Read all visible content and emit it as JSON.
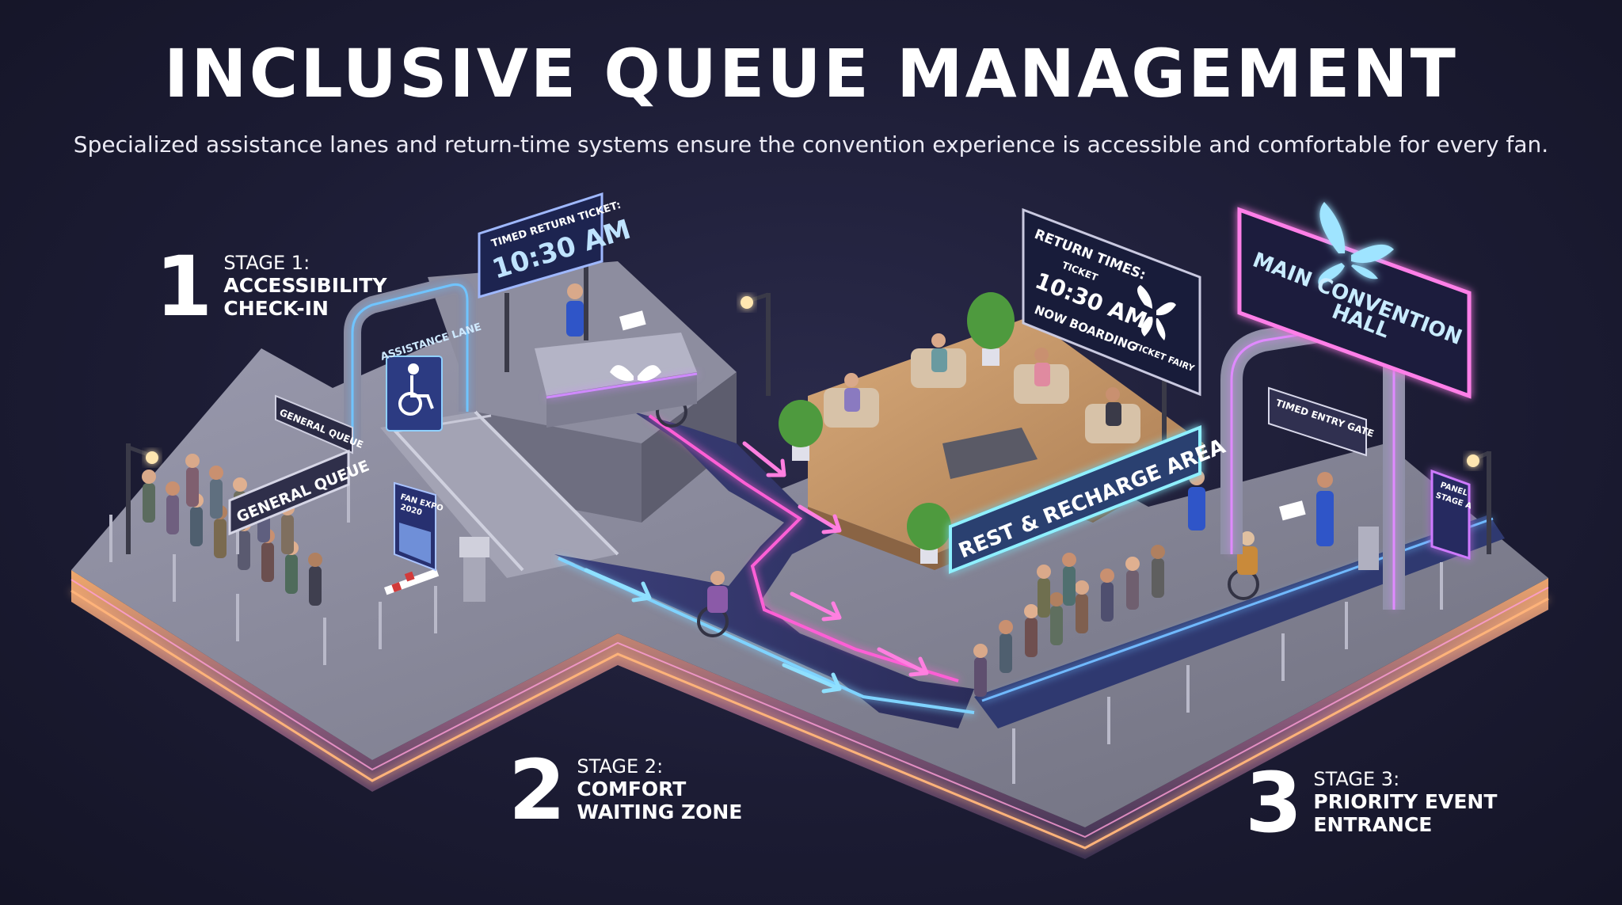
{
  "title": "INCLUSIVE QUEUE MANAGEMENT",
  "subtitle": "Specialized assistance lanes and return-time systems ensure the convention experience is accessible and comfortable for every fan.",
  "stages": [
    {
      "number": "1",
      "label": "STAGE 1:",
      "name_line1": "ACCESSIBILITY",
      "name_line2": "CHECK-IN"
    },
    {
      "number": "2",
      "label": "STAGE 2:",
      "name_line1": "COMFORT",
      "name_line2": "WAITING ZONE"
    },
    {
      "number": "3",
      "label": "STAGE 3:",
      "name_line1": "PRIORITY EVENT",
      "name_line2": "ENTRANCE"
    }
  ],
  "signs": {
    "timed_return_ticket": "TIMED RETURN TICKET:",
    "timed_return_time": "10:30 AM",
    "assistance_lane": "ASSISTANCE LANE",
    "general_queue_small": "GENERAL QUEUE",
    "general_queue_large": "GENERAL QUEUE",
    "fan_expo_line1": "FAN EXPO",
    "fan_expo_line2": "2020",
    "return_times": "RETURN TIMES:",
    "ticket_word": "TICKET",
    "board_time": "10:30 AM",
    "now_boarding": "NOW BOARDING",
    "ticket_fairy": "TICKET FAIRY",
    "main_hall_line1": "MAIN CONVENTION",
    "main_hall_line2": "HALL",
    "rest_recharge": "REST & RECHARGE AREA",
    "timed_entry_gate": "TIMED ENTRY GATE",
    "panel_line1": "PANEL",
    "panel_line2": "STAGE A"
  },
  "colors": {
    "background": "#1c1c34",
    "neon_pink": "#ff5fd6",
    "neon_blue": "#7fd3ff",
    "neon_purple": "#c97bff",
    "platform": "#8f8fa3",
    "wood": "#c99a6b",
    "staff_shirt": "#2f55c8"
  },
  "icons": [
    "wheelchair-icon",
    "butterfly-logo-icon",
    "ticket-fairy-logo-icon",
    "lamp-post-icon",
    "plant-icon",
    "arrow-icon"
  ]
}
